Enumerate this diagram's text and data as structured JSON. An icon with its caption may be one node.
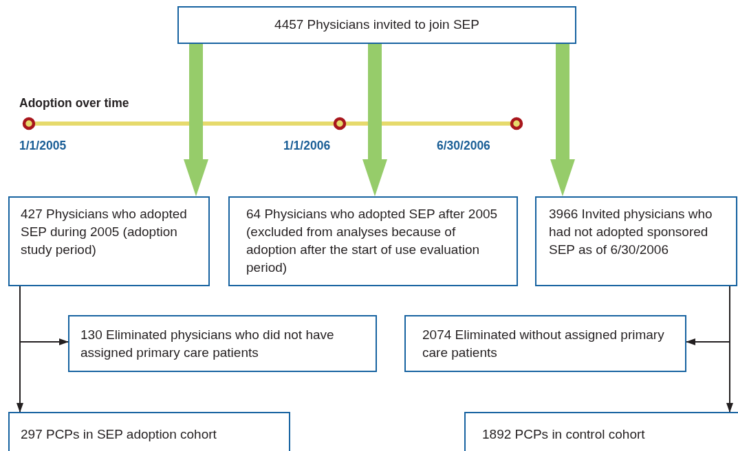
{
  "diagram": {
    "nodes": [
      {
        "text": [
          "4457 Physicians invited to join SEP"
        ]
      },
      {
        "text": [
          "427 Physicians who adopted SEP during 2005 (adoption study period)"
        ]
      },
      {
        "text": [
          "64 Physicians who adopted SEP after 2005 (excluded from analyses because of adoption after the start of use evaluation period)"
        ]
      },
      {
        "text": [
          "3966 Invited physicians who had not adopted sponsored SEP as of 6/30/2006"
        ]
      },
      {
        "text": [
          "130 Eliminated physicians who did not have assigned primary care patients"
        ]
      },
      {
        "text": [
          "2074 Eliminated without assigned primary care patients"
        ]
      },
      {
        "text": [
          "297 PCPs in SEP adoption cohort"
        ]
      },
      {
        "text": [
          "1892 PCPs in control cohort"
        ]
      }
    ],
    "edges": [
      {
        "from": 0,
        "to": 1,
        "arrow": "to",
        "style": "thick",
        "color": "#96cc6a"
      },
      {
        "from": 0,
        "to": 2,
        "arrow": "to",
        "style": "thick",
        "color": "#96cc6a"
      },
      {
        "from": 0,
        "to": 3,
        "arrow": "to",
        "style": "thick",
        "color": "#96cc6a"
      },
      {
        "from": 1,
        "to": 4,
        "arrow": "to"
      },
      {
        "from": 1,
        "to": 6,
        "arrow": "to"
      },
      {
        "from": 3,
        "to": 5,
        "arrow": "to"
      },
      {
        "from": 3,
        "to": 7,
        "arrow": "to"
      }
    ],
    "labels": [
      "Adoption over time",
      "1/1/2005",
      "1/1/2006",
      "6/30/2006"
    ]
  }
}
